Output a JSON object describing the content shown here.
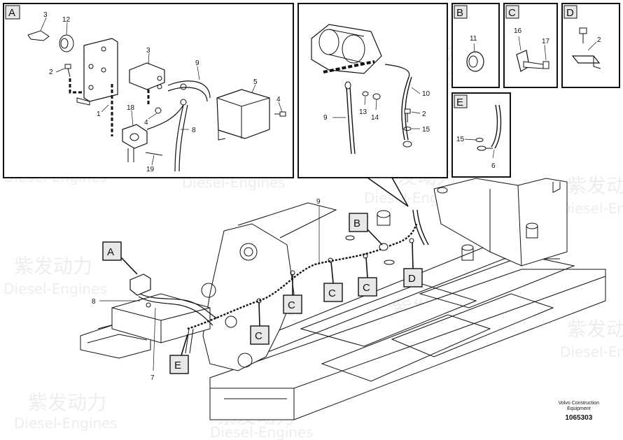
{
  "watermark": {
    "brand_cn": "紫发动力",
    "brand_en": "Diesel-Engines",
    "color": "#c9ced6"
  },
  "detail_boxes": {
    "A": "A",
    "B": "B",
    "C": "C",
    "D": "D",
    "E": "E"
  },
  "main_labels": {
    "A": "A",
    "B": "B",
    "C1": "C",
    "C2": "C",
    "C3": "C",
    "C4": "C",
    "D": "D",
    "E": "E"
  },
  "callouts": {
    "a_3_top": "3",
    "a_12": "12",
    "a_3_mid": "3",
    "a_2": "2",
    "a_9": "9",
    "a_5": "5",
    "a_4_right": "4",
    "a_1": "1",
    "a_18": "18",
    "a_4_mid": "4",
    "a_8": "8",
    "a_19": "19",
    "s_10": "10",
    "s_9": "9",
    "s_13": "13",
    "s_14": "14",
    "s_2": "2",
    "s_15": "15",
    "b_11": "11",
    "c_16": "16",
    "c_17": "17",
    "d_2": "2",
    "e_15": "15",
    "e_6": "6",
    "m_9": "9",
    "m_8": "8",
    "m_7": "7"
  },
  "caption": {
    "line1": "Volvo Construction",
    "line2": "Equipment",
    "number": "1065303"
  }
}
